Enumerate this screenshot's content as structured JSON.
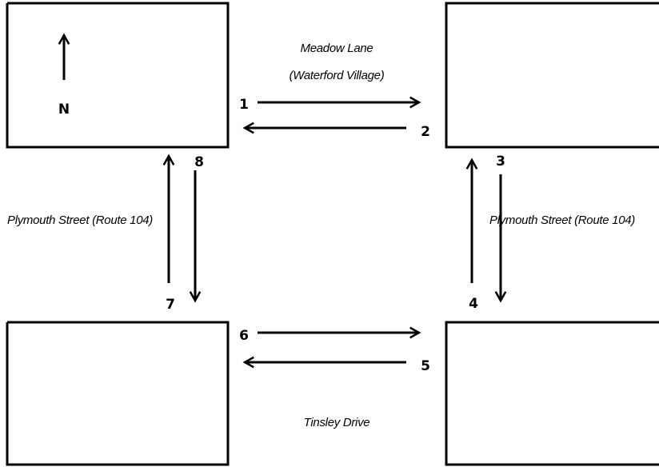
{
  "compass": {
    "label": "N"
  },
  "streets": {
    "north_line1": "Meadow Lane",
    "north_line2": "(Waterford Village)",
    "west": "Plymouth Street (Route 104)",
    "east": "Plymouth Street (Route 104)",
    "south": "Tinsley Drive"
  },
  "movements": [
    "1",
    "2",
    "3",
    "4",
    "5",
    "6",
    "7",
    "8"
  ]
}
